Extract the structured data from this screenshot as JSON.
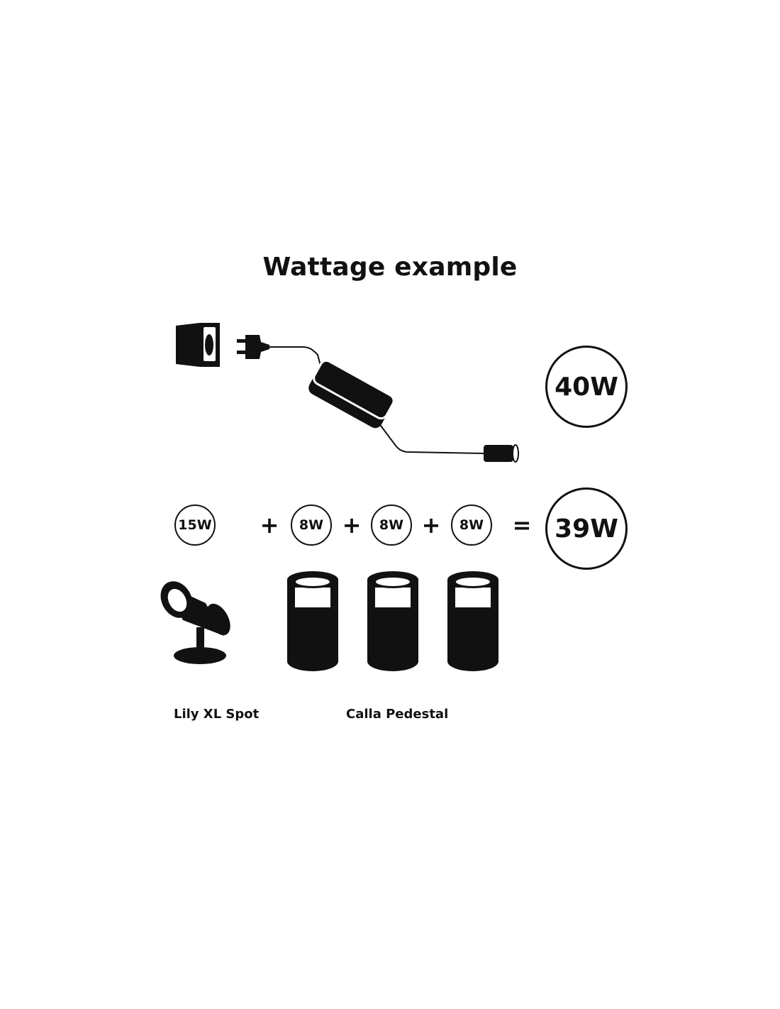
{
  "title": "Wattage example",
  "power_supply": {
    "wattage": "40W"
  },
  "equation": {
    "items": [
      "15W",
      "8W",
      "8W",
      "8W"
    ],
    "plus": "+",
    "equals": "=",
    "total": "39W"
  },
  "products": [
    {
      "label": "Lily XL Spot",
      "icon": "spotlight-icon"
    },
    {
      "label": "Calla Pedestal",
      "icon": "pedestal-light-icon"
    }
  ],
  "colors": {
    "ink": "#111111",
    "background": "#ffffff"
  }
}
